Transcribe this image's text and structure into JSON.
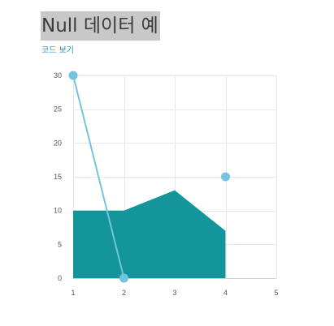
{
  "page": {
    "title": "Null 데이터 예",
    "code_link": "코드 보기"
  },
  "chart_data": {
    "type": "area",
    "x_ticks": [
      "1",
      "2",
      "3",
      "4",
      "5"
    ],
    "y_ticks": [
      "0",
      "5",
      "10",
      "15",
      "20",
      "25",
      "30"
    ],
    "xlim": [
      1,
      5
    ],
    "ylim": [
      0,
      30
    ],
    "grid": true,
    "series": [
      {
        "type": "area",
        "color": "#14959b",
        "points": [
          [
            1,
            10
          ],
          [
            2,
            10
          ],
          [
            3,
            13
          ],
          [
            4,
            7
          ]
        ]
      },
      {
        "type": "line",
        "color": "#74c3df",
        "points": [
          [
            1,
            30
          ],
          [
            2,
            0
          ],
          [
            3,
            null
          ],
          [
            4,
            15
          ]
        ]
      }
    ]
  }
}
